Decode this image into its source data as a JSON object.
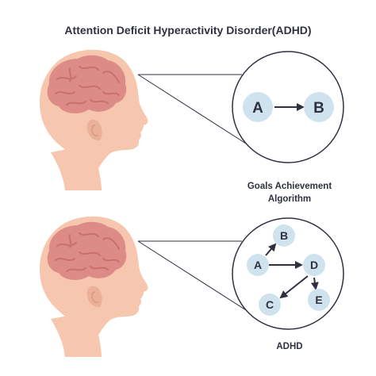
{
  "title": "Attention Deficit Hyperactivity Disorder(ADHD)",
  "top_panel": {
    "caption_line1": "Goals Achievement",
    "caption_line2": "Algorithm",
    "nodes": {
      "a": "A",
      "b": "B"
    }
  },
  "bottom_panel": {
    "caption": "ADHD",
    "nodes": {
      "a": "A",
      "b": "B",
      "c": "C",
      "d": "D",
      "e": "E"
    }
  },
  "colors": {
    "skin": "#f6c6ae",
    "skin_shadow": "#eab197",
    "brain": "#dc8b86",
    "brain_fold": "#c9706c",
    "node_fill": "#cfe3ee",
    "ink": "#2f3140"
  }
}
